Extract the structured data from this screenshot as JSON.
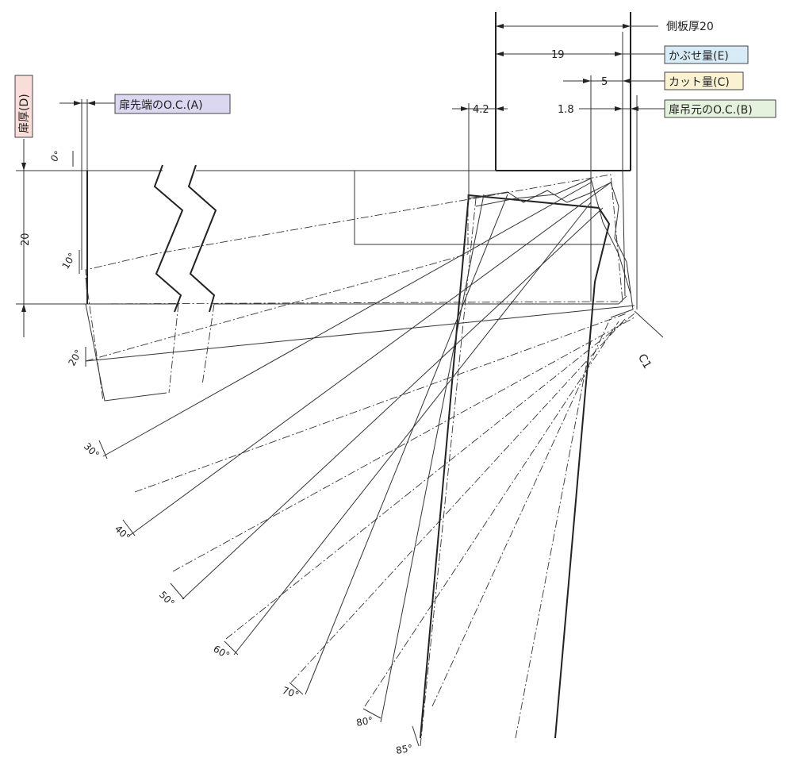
{
  "labels": {
    "side_panel_thickness": "側板厚20",
    "overlay_amount": "かぶせ量(E)",
    "cut_amount": "カット量(C)",
    "hinge_oc": "扉吊元のO.C.(B)",
    "tip_oc": "扉先端のO.C.(A)",
    "door_thickness": "扉厚(D)",
    "chamfer": "C1"
  },
  "dimensions": {
    "overlay": "19",
    "cut": "5",
    "left_offset": "4.2",
    "hinge_offset": "1.8",
    "door_thickness": "20"
  },
  "angles": [
    "0°",
    "10°",
    "20°",
    "30°",
    "40°",
    "50°",
    "60°",
    "70°",
    "80°",
    "85°"
  ],
  "colors": {
    "tip_oc_box": "#dcd7f0",
    "overlay_box": "#d8ecf8",
    "cut_box": "#fbf2d2",
    "hinge_oc_box": "#e5f2dd",
    "door_thickness_box": "#f8ddd8"
  }
}
